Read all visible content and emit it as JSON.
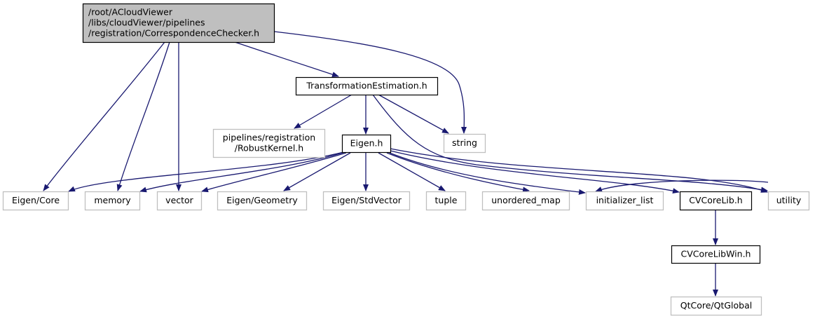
{
  "diagram": {
    "type": "include-dependency-graph",
    "edge_color": "#191970",
    "nodes": [
      {
        "id": "root",
        "lines": [
          "/root/ACloudViewer",
          "/libs/cloudViewer/pipelines",
          "/registration/CorrespondenceChecker.h"
        ],
        "style": "root",
        "fill": "#bfbfbf",
        "border": "#000000"
      },
      {
        "id": "transformation",
        "lines": [
          "TransformationEstimation.h"
        ],
        "style": "documented",
        "fill": "#ffffff",
        "border": "#000000"
      },
      {
        "id": "robustkernel",
        "lines": [
          "pipelines/registration",
          "/RobustKernel.h"
        ],
        "style": "external",
        "fill": "#ffffff",
        "border": "#bfbfbf"
      },
      {
        "id": "eigen_h",
        "lines": [
          "Eigen.h"
        ],
        "style": "documented",
        "fill": "#ffffff",
        "border": "#000000"
      },
      {
        "id": "string",
        "lines": [
          "string"
        ],
        "style": "external",
        "fill": "#ffffff",
        "border": "#bfbfbf"
      },
      {
        "id": "eigen_core",
        "lines": [
          "Eigen/Core"
        ],
        "style": "external",
        "fill": "#ffffff",
        "border": "#bfbfbf"
      },
      {
        "id": "memory",
        "lines": [
          "memory"
        ],
        "style": "external",
        "fill": "#ffffff",
        "border": "#bfbfbf"
      },
      {
        "id": "vector",
        "lines": [
          "vector"
        ],
        "style": "external",
        "fill": "#ffffff",
        "border": "#bfbfbf"
      },
      {
        "id": "eigen_geometry",
        "lines": [
          "Eigen/Geometry"
        ],
        "style": "external",
        "fill": "#ffffff",
        "border": "#bfbfbf"
      },
      {
        "id": "eigen_stdvector",
        "lines": [
          "Eigen/StdVector"
        ],
        "style": "external",
        "fill": "#ffffff",
        "border": "#bfbfbf"
      },
      {
        "id": "tuple",
        "lines": [
          "tuple"
        ],
        "style": "external",
        "fill": "#ffffff",
        "border": "#bfbfbf"
      },
      {
        "id": "unordered_map",
        "lines": [
          "unordered_map"
        ],
        "style": "external",
        "fill": "#ffffff",
        "border": "#bfbfbf"
      },
      {
        "id": "initializer_list",
        "lines": [
          "initializer_list"
        ],
        "style": "external",
        "fill": "#ffffff",
        "border": "#bfbfbf"
      },
      {
        "id": "cvcorelib",
        "lines": [
          "CVCoreLib.h"
        ],
        "style": "documented",
        "fill": "#ffffff",
        "border": "#000000"
      },
      {
        "id": "utility",
        "lines": [
          "utility"
        ],
        "style": "external",
        "fill": "#ffffff",
        "border": "#bfbfbf"
      },
      {
        "id": "cvcorelibwin",
        "lines": [
          "CVCoreLibWin.h"
        ],
        "style": "documented",
        "fill": "#ffffff",
        "border": "#000000"
      },
      {
        "id": "qtglobal",
        "lines": [
          "QtCore/QtGlobal"
        ],
        "style": "external",
        "fill": "#ffffff",
        "border": "#bfbfbf"
      }
    ],
    "edges": [
      {
        "from": "root",
        "to": "eigen_core"
      },
      {
        "from": "root",
        "to": "memory"
      },
      {
        "from": "root",
        "to": "vector"
      },
      {
        "from": "root",
        "to": "transformation"
      },
      {
        "from": "root",
        "to": "string"
      },
      {
        "from": "transformation",
        "to": "robustkernel"
      },
      {
        "from": "transformation",
        "to": "eigen_h"
      },
      {
        "from": "transformation",
        "to": "string"
      },
      {
        "from": "transformation",
        "to": "utility"
      },
      {
        "from": "eigen_h",
        "to": "eigen_core"
      },
      {
        "from": "eigen_h",
        "to": "memory"
      },
      {
        "from": "eigen_h",
        "to": "vector"
      },
      {
        "from": "eigen_h",
        "to": "eigen_geometry"
      },
      {
        "from": "eigen_h",
        "to": "eigen_stdvector"
      },
      {
        "from": "eigen_h",
        "to": "tuple"
      },
      {
        "from": "eigen_h",
        "to": "unordered_map"
      },
      {
        "from": "eigen_h",
        "to": "initializer_list"
      },
      {
        "from": "eigen_h",
        "to": "cvcorelib"
      },
      {
        "from": "eigen_h",
        "to": "utility"
      },
      {
        "from": "utility",
        "to": "initializer_list"
      },
      {
        "from": "cvcorelib",
        "to": "cvcorelibwin"
      },
      {
        "from": "cvcorelibwin",
        "to": "qtglobal"
      }
    ]
  }
}
